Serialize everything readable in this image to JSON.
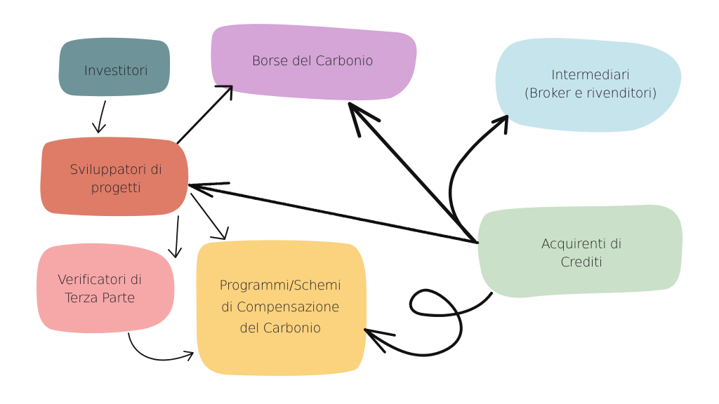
{
  "diagram": {
    "language": "it",
    "nodes": [
      {
        "id": "investitori",
        "label": "Investitori",
        "color": "#6e9399"
      },
      {
        "id": "borse",
        "label": "Borse del Carbonio",
        "color": "#d4a5d6"
      },
      {
        "id": "intermediari",
        "label": "Intermediari\n(Broker e rivenditori)",
        "color": "#c6e4ec"
      },
      {
        "id": "sviluppatori",
        "label": "Sviluppatori di\nprogetti",
        "color": "#de7c68"
      },
      {
        "id": "verificatori",
        "label": "Verificatori di\nTerza Parte",
        "color": "#f6a8a8"
      },
      {
        "id": "programmi",
        "label": "Programmi/Schemi\ndi Compensazione\ndel Carbonio",
        "color": "#fbd27e"
      },
      {
        "id": "acquirenti",
        "label": "Acquirenti di\nCrediti",
        "color": "#cae0c8"
      }
    ],
    "edges": [
      {
        "from": "investitori",
        "to": "sviluppatori",
        "style": "thin"
      },
      {
        "from": "sviluppatori",
        "to": "borse",
        "style": "medium"
      },
      {
        "from": "sviluppatori",
        "to": "verificatori",
        "style": "thin"
      },
      {
        "from": "sviluppatori",
        "to": "programmi",
        "style": "thin"
      },
      {
        "from": "verificatori",
        "to": "programmi",
        "style": "thin-curved"
      },
      {
        "from": "acquirenti",
        "to": "sviluppatori",
        "style": "chalk"
      },
      {
        "from": "acquirenti",
        "to": "borse",
        "style": "bold"
      },
      {
        "from": "acquirenti",
        "to": "intermediari",
        "style": "bold-curved"
      },
      {
        "from": "acquirenti",
        "to": "programmi",
        "style": "loop"
      }
    ],
    "stroke_color": "#111111"
  }
}
